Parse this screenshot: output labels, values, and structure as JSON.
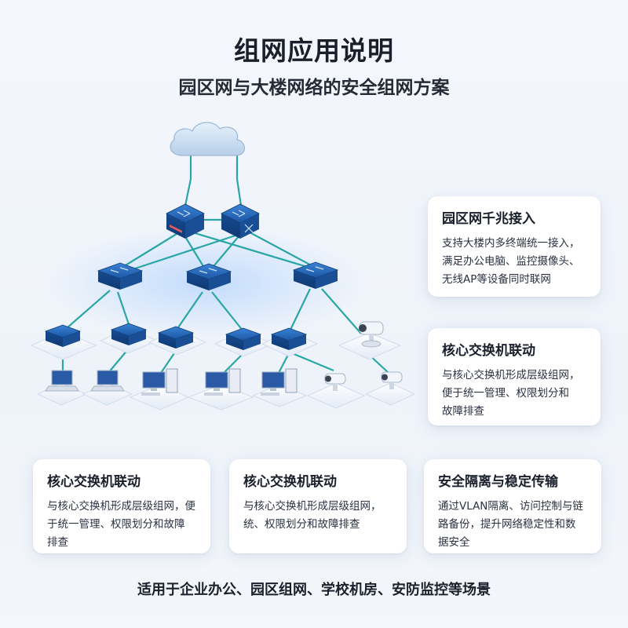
{
  "header": {
    "title": "组网应用说明",
    "subtitle": "园区网与大楼网络的安全组网方案"
  },
  "cards": {
    "right_1": {
      "title": "园区网千兆接入",
      "lines": [
        "支持大楼内多终端统一接入，",
        "满足办公电脑、监控摄像头、",
        "无线AP等设备同时联网"
      ]
    },
    "right_2": {
      "title": "核心交换机联动",
      "lines": [
        "与核心交换机形成层级组网，",
        "便于统一管理、权限划分和",
        "故障排查"
      ]
    },
    "bottom_1": {
      "title": "核心交换机联动",
      "lines": [
        "与核心交换机形成层级组网，便",
        "于统一管理、权限划分和故障",
        "排查"
      ]
    },
    "bottom_2": {
      "title": "核心交换机联动",
      "lines": [
        "与核心交换机形成层级组网，",
        "统、权限划分和故障排查"
      ]
    },
    "bottom_3": {
      "title": "安全隔离与稳定传输",
      "lines": [
        "通过VLAN隔离、访问控制与链",
        "路备份，提升网络稳定性和数",
        "据安全"
      ]
    }
  },
  "footer": {
    "text": "适用于企业办公、园区组网、学校机房、安防监控等场景"
  },
  "colors": {
    "switch_blue": "#1f5fae",
    "link_teal": "#2aa6a6",
    "card_bg": "#ffffff"
  },
  "icons": [
    "cloud-icon",
    "core-switch-icon",
    "switch-icon",
    "laptop-icon",
    "desktop-computer-icon",
    "camera-icon"
  ]
}
